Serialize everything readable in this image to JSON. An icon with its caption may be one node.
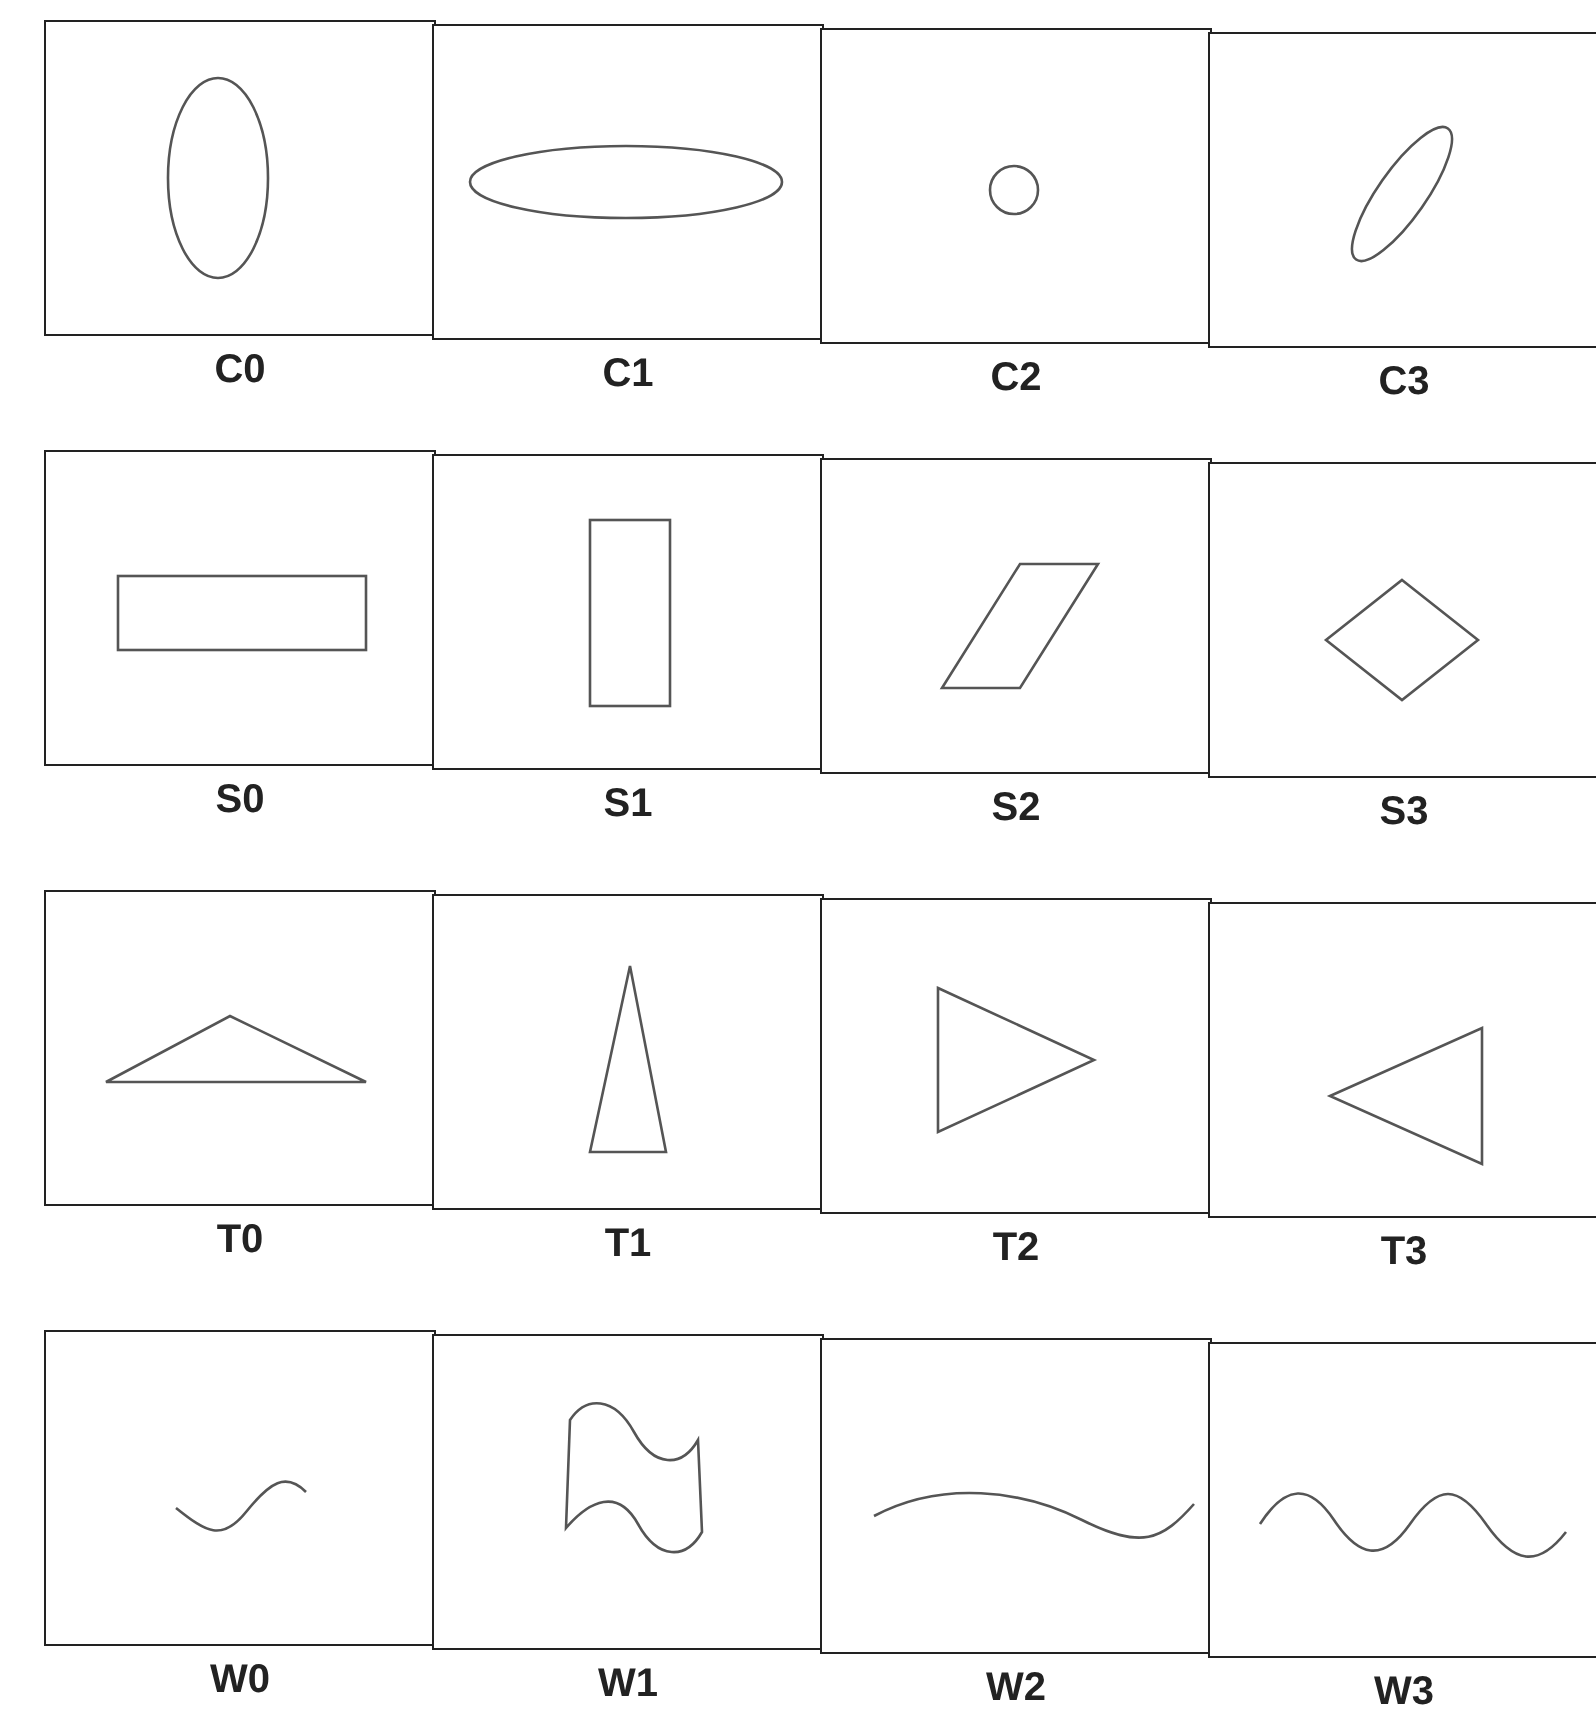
{
  "diagram": {
    "nodes": [
      {
        "text": [
          "C0"
        ]
      },
      {
        "text": [],
        "shape": "ellipse",
        "in": 0
      },
      {
        "text": [
          "C1"
        ]
      },
      {
        "text": [],
        "shape": "ellipse",
        "in": 2
      },
      {
        "text": [
          "C2"
        ]
      },
      {
        "text": [],
        "shape": "circle",
        "in": 4
      },
      {
        "text": [
          "C3"
        ]
      },
      {
        "text": [],
        "shape": "ellipse",
        "in": 6
      },
      {
        "text": [
          "S0"
        ]
      },
      {
        "text": [],
        "shape": "box",
        "in": 8
      },
      {
        "text": [
          "S1"
        ]
      },
      {
        "text": [],
        "shape": "box",
        "in": 10
      },
      {
        "text": [
          "S2"
        ]
      },
      {
        "text": [],
        "shape": "parallelogram",
        "in": 12
      },
      {
        "text": [
          "S3"
        ]
      },
      {
        "text": [],
        "shape": "diamond",
        "in": 14
      },
      {
        "text": [
          "T0"
        ]
      },
      {
        "text": [],
        "shape": "triangle",
        "in": 16
      },
      {
        "text": [
          "T1"
        ]
      },
      {
        "text": [],
        "shape": "triangle",
        "in": 18
      },
      {
        "text": [
          "T2"
        ]
      },
      {
        "text": [],
        "shape": "triangle",
        "in": 20
      },
      {
        "text": [
          "T3"
        ]
      },
      {
        "text": [],
        "shape": "triangle",
        "in": 22
      },
      {
        "text": [
          "W0"
        ]
      },
      {
        "text": [],
        "shape": "wave",
        "in": 24
      },
      {
        "text": [
          "W1"
        ]
      },
      {
        "text": [],
        "shape": "wave",
        "in": 26
      },
      {
        "text": [
          "W2"
        ]
      },
      {
        "text": [],
        "shape": "wave",
        "in": 28
      },
      {
        "text": [
          "W3"
        ]
      },
      {
        "text": [],
        "shape": "wave",
        "in": 30
      }
    ]
  }
}
